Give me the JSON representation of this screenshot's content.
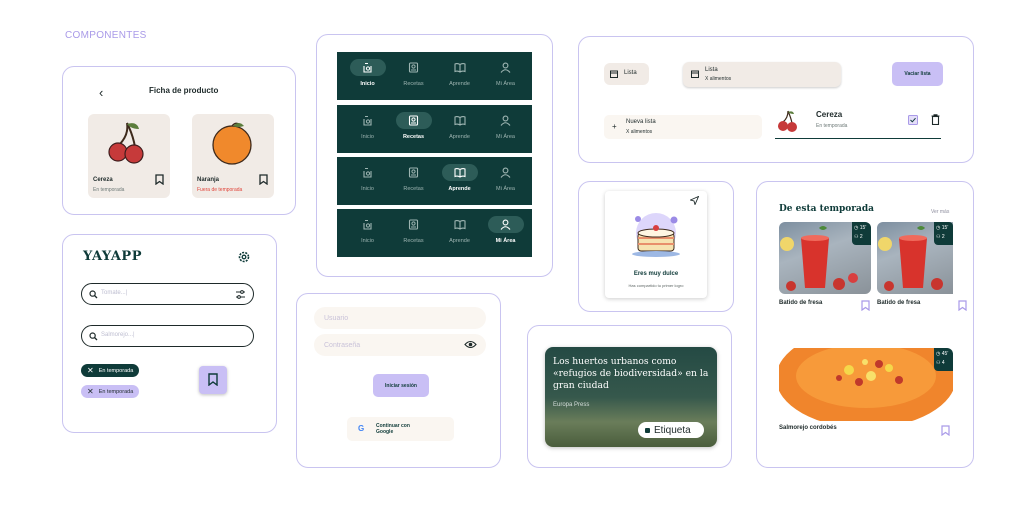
{
  "section_title": "COMPONENTES",
  "product_card": {
    "header_title": "Ficha de producto",
    "items": [
      {
        "name": "Cereza",
        "status": "En temporada",
        "status_color": "#6e7a78"
      },
      {
        "name": "Naranja",
        "status": "Fuera de temporada",
        "status_color": "#e0443a"
      }
    ]
  },
  "nav": {
    "items": [
      "Inicio",
      "Recetas",
      "Aprende",
      "Mi Área"
    ],
    "rows_active": [
      0,
      1,
      2,
      3
    ]
  },
  "lists_card": {
    "chip_list": "Lista",
    "chip_list_active": "Lista",
    "chip_list_active_sub": "X alimentos",
    "clear_button": "Vaciar lista",
    "new_list": "Nueva lista",
    "new_list_sub": "X alimentos",
    "item_name": "Cereza",
    "item_status": "En temporada"
  },
  "header_card": {
    "logo": "YAYAPP",
    "search_placeholder_1": "Tomate...|",
    "search_placeholder_2": "Salmorejo...|",
    "filter_chip_1": "En temporada",
    "filter_chip_2": "En temporada"
  },
  "login_card": {
    "user_placeholder": "Usuario",
    "password_placeholder": "Contraseña",
    "login_button": "Iniciar sesión",
    "google_button": "Continuar con Google"
  },
  "toast_card": {
    "title": "Eres muy dulce",
    "subtitle": "Has compartido tu primer logro"
  },
  "news_card": {
    "headline": "Los huertos urbanos como «refugios de biodiversidad» en la gran ciudad",
    "source": "Europa Press",
    "tag": "Etiqueta"
  },
  "season_card": {
    "title": "De esta temporada",
    "see_more": "Ver más",
    "recipes": [
      {
        "name": "Batido de fresa",
        "time": "15'",
        "people": "2"
      },
      {
        "name": "Batido de fresa",
        "time": "15'",
        "people": "2"
      },
      {
        "name": "Salmorejo cordobés",
        "time": "45'",
        "people": "4"
      }
    ]
  },
  "colors": {
    "accent": "#a99ae8",
    "dark_green": "#0f3b39",
    "lavender": "#c9bff5",
    "beige": "#f1ebe6"
  }
}
